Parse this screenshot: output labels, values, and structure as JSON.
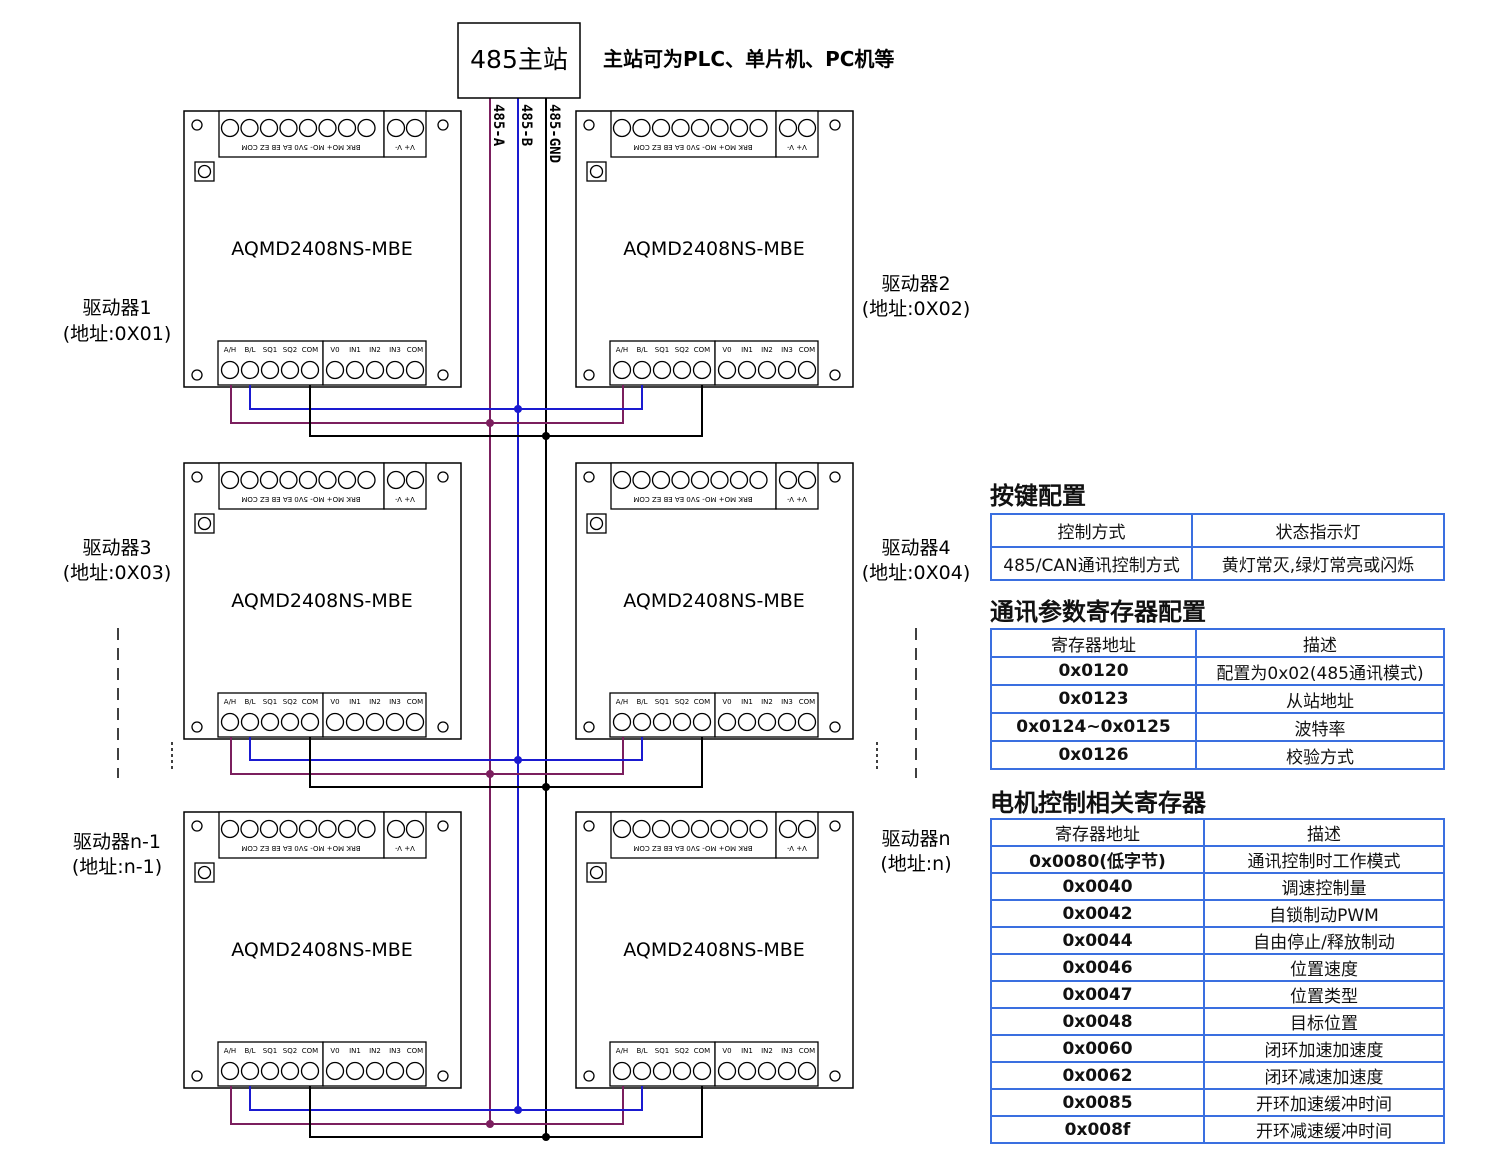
{
  "master": {
    "label": "485主站",
    "note": "主站可为PLC、单片机、PC机等",
    "lines": [
      "485-A",
      "485-B",
      "485-GND"
    ]
  },
  "driver": {
    "model": "AQMD2408NS-MBE",
    "top_left_pins": "BRK MO+ MO- 5V0 EA EB EZ COM",
    "top_right_pins": "V+ V-",
    "bottom_left_pins": [
      "A/H",
      "B/L",
      "SQ1",
      "SQ2",
      "COM"
    ],
    "bottom_right_pins": [
      "V0",
      "IN1",
      "IN2",
      "IN3",
      "COM"
    ]
  },
  "driver_labels": [
    {
      "name": "驱动器1",
      "addr": "(地址:0X01)"
    },
    {
      "name": "驱动器2",
      "addr": "(地址:0X02)"
    },
    {
      "name": "驱动器3",
      "addr": "(地址:0X03)"
    },
    {
      "name": "驱动器4",
      "addr": "(地址:0X04)"
    },
    {
      "name": "驱动器n-1",
      "addr": "(地址:n-1)"
    },
    {
      "name": "驱动器n",
      "addr": "(地址:n)"
    }
  ],
  "colors": {
    "line_a": "#7b1f5e",
    "line_b": "#1a1ad0",
    "line_gnd": "#000000",
    "table_border": "#3a6fe0"
  },
  "key_config": {
    "title": "按键配置",
    "headers": [
      "控制方式",
      "状态指示灯"
    ],
    "rows": [
      [
        "485/CAN通讯控制方式",
        "黄灯常灭,绿灯常亮或闪烁"
      ]
    ]
  },
  "comm_config": {
    "title": "通讯参数寄存器配置",
    "headers": [
      "寄存器地址",
      "描述"
    ],
    "rows": [
      [
        "0x0120",
        "配置为0x02(485通讯模式)"
      ],
      [
        "0x0123",
        "从站地址"
      ],
      [
        "0x0124~0x0125",
        "波特率"
      ],
      [
        "0x0126",
        "校验方式"
      ]
    ]
  },
  "motor_config": {
    "title": "电机控制相关寄存器",
    "headers": [
      "寄存器地址",
      "描述"
    ],
    "rows": [
      [
        "0x0080(低字节)",
        "通讯控制时工作模式"
      ],
      [
        "0x0040",
        "调速控制量"
      ],
      [
        "0x0042",
        "自锁制动PWM"
      ],
      [
        "0x0044",
        "自由停止/释放制动"
      ],
      [
        "0x0046",
        "位置速度"
      ],
      [
        "0x0047",
        "位置类型"
      ],
      [
        "0x0048",
        "目标位置"
      ],
      [
        "0x0060",
        "闭环加速加速度"
      ],
      [
        "0x0062",
        "闭环减速加速度"
      ],
      [
        "0x0085",
        "开环加速缓冲时间"
      ],
      [
        "0x008f",
        "开环减速缓冲时间"
      ]
    ]
  }
}
